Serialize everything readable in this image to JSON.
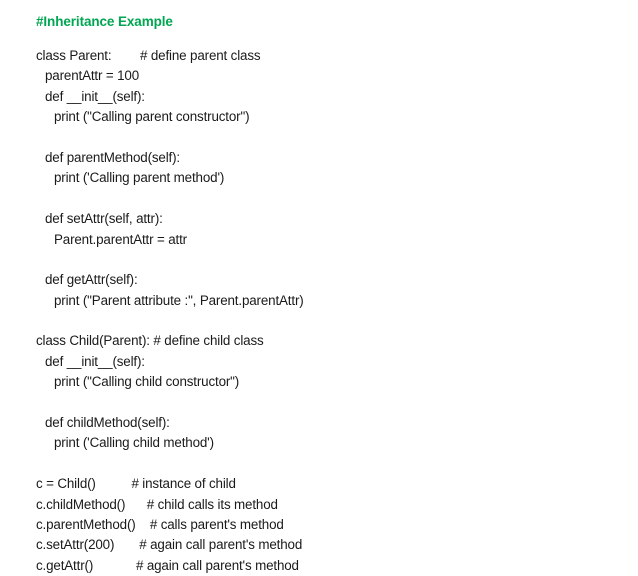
{
  "slide": {
    "heading": "#Inheritance Example",
    "heading_color": "#00a651",
    "background_color": "#ffffff",
    "text_color": "#1a1a1a",
    "code_lines": [
      {
        "text": "class Parent:        # define parent class",
        "indent": 0
      },
      {
        "text": "parentAttr = 100",
        "indent": 1
      },
      {
        "text": "def __init__(self):",
        "indent": 1
      },
      {
        "text": "print (\"Calling parent constructor\")",
        "indent": 2
      },
      {
        "text": "",
        "indent": 0
      },
      {
        "text": "def parentMethod(self):",
        "indent": 1
      },
      {
        "text": "print ('Calling parent method')",
        "indent": 2
      },
      {
        "text": "",
        "indent": 0
      },
      {
        "text": "def setAttr(self, attr):",
        "indent": 1
      },
      {
        "text": "Parent.parentAttr = attr",
        "indent": 2
      },
      {
        "text": "",
        "indent": 0
      },
      {
        "text": "def getAttr(self):",
        "indent": 1
      },
      {
        "text": "print (\"Parent attribute :\", Parent.parentAttr)",
        "indent": 2
      },
      {
        "text": "",
        "indent": 0
      },
      {
        "text": "class Child(Parent): # define child class",
        "indent": 0
      },
      {
        "text": "def __init__(self):",
        "indent": 1
      },
      {
        "text": "print (\"Calling child constructor\")",
        "indent": 2
      },
      {
        "text": "",
        "indent": 0
      },
      {
        "text": "def childMethod(self):",
        "indent": 1
      },
      {
        "text": "print ('Calling child method')",
        "indent": 2
      },
      {
        "text": "",
        "indent": 0
      },
      {
        "text": "c = Child()          # instance of child",
        "indent": 0
      },
      {
        "text": "c.childMethod()      # child calls its method",
        "indent": 0
      },
      {
        "text": "c.parentMethod()    # calls parent's method",
        "indent": 0
      },
      {
        "text": "c.setAttr(200)       # again call parent's method",
        "indent": 0
      },
      {
        "text": "c.getAttr()            # again call parent's method",
        "indent": 0
      }
    ]
  }
}
